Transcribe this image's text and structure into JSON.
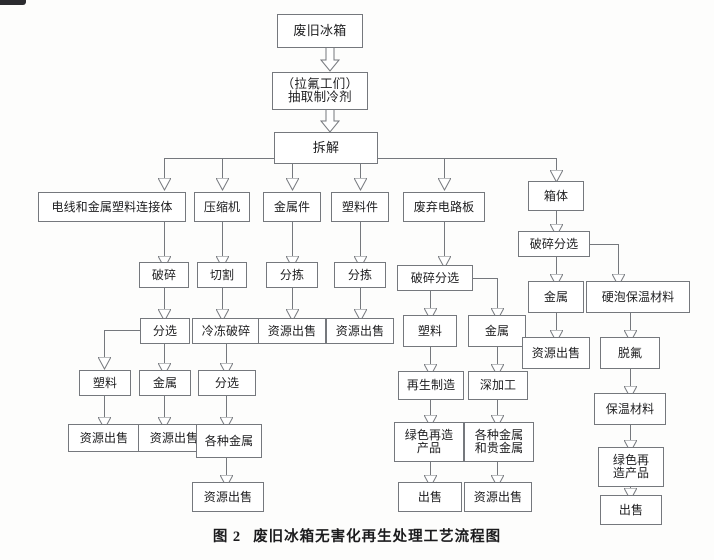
{
  "figure": {
    "caption_label": "图 2",
    "caption_text": "废旧冰箱无害化再生处理工艺流程图"
  },
  "nodes": {
    "waste_fridge": "废旧冰箱",
    "extract_refrigerant": "（拉氟工们）\n抽取制冷剂",
    "disassembly": "拆解",
    "wire_metal_plastic_connector": "电线和金属塑料连接体",
    "compressor": "压缩机",
    "metal_parts": "金属件",
    "plastic_parts": "塑料件",
    "waste_circuit_board": "废弃电路板",
    "cabinet": "箱体",
    "crush_1": "破碎",
    "cut": "切割",
    "sort_1": "分拣",
    "sort_2": "分拣",
    "crush_sort_board": "破碎分选",
    "crush_sort_cabinet": "破碎分选",
    "separate_1": "分选",
    "freeze_crush": "冷冻破碎",
    "resource_sale_metalparts": "资源出售",
    "resource_sale_plasticparts": "资源出售",
    "plastic_a": "塑料",
    "metal_a": "金属",
    "separate_2": "分选",
    "resource_sale_plastic_a": "资源出售",
    "resource_sale_metal_a": "资源出售",
    "various_metals": "各种金属",
    "resource_sale_various": "资源出售",
    "board_plastic": "塑料",
    "board_metal": "金属",
    "regen_manufacture": "再生制造",
    "deep_processing": "深加工",
    "green_remanufactured_product": "绿色再造\n产品",
    "various_and_precious_metals": "各种金属\n和贵金属",
    "sale_1": "出售",
    "resource_sale_precious": "资源出售",
    "cabinet_metal": "金属",
    "rigid_foam_insulation": "硬泡保温材料",
    "resource_sale_cabinet_metal": "资源出售",
    "defluorination": "脱氟",
    "insulation_material": "保温材料",
    "green_remanufactured_product_2": "绿色再\n造产品",
    "sale_2": "出售"
  },
  "style": {
    "line_color": "#75787d",
    "text_color": "#1d1d1f",
    "background": "#fdfdfc"
  }
}
